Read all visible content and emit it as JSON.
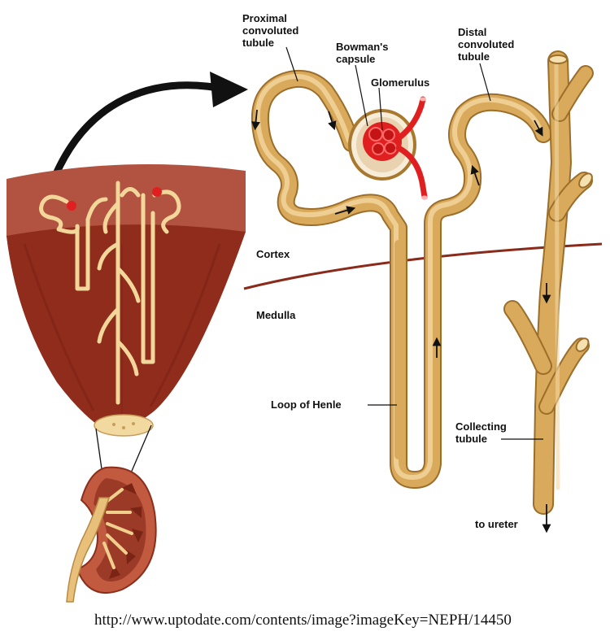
{
  "labels": {
    "proximal": "Proximal\nconvoluted\ntubule",
    "bowman": "Bowman's\ncapsule",
    "glomerulus": "Glomerulus",
    "distal": "Distal\nconvoluted\ntubule",
    "cortex": "Cortex",
    "medulla": "Medulla",
    "henle": "Loop of Henle",
    "collecting": "Collecting\ntubule",
    "ureter": "to ureter"
  },
  "source_url": "http://www.uptodate.com/contents/image?imageKey=NEPH/14450",
  "colors": {
    "tubule": "#d9aa5c",
    "tubule_light": "#f0d39a",
    "tubule_dark": "#a8782e",
    "cortex_tissue": "#b04a35",
    "medulla_tissue": "#8f2a1a",
    "boundary_line": "#8a2a1a",
    "vessel": "#e02020"
  },
  "icons": [
    "arrow-icon"
  ]
}
